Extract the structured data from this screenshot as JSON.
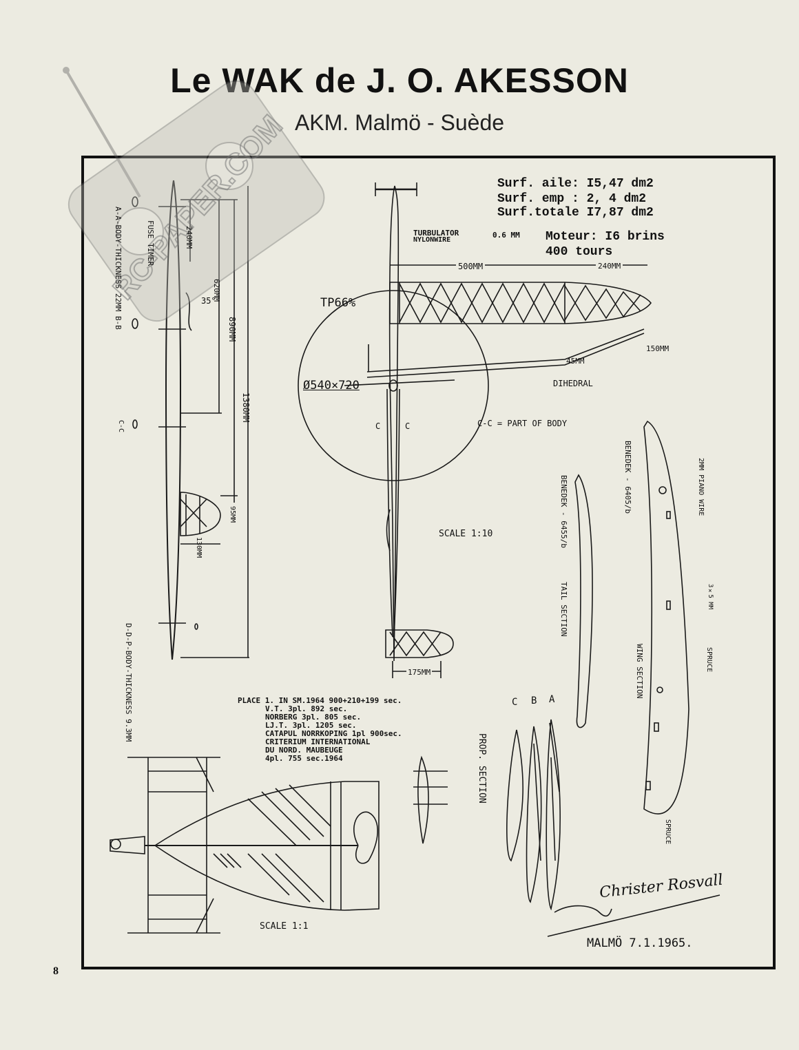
{
  "header": {
    "title": "Le WAK de J. O. AKESSON",
    "subtitle": "AKM. Malmö - Suède"
  },
  "specs": {
    "surf_aile": "Surf. aile: I5,47 dm2",
    "surf_emp": "Surf. emp : 2, 4  dm2",
    "surf_totale": "Surf.totale I7,87 dm2",
    "moteur": "Moteur: I6 brins",
    "tours": "400 tours"
  },
  "labels": {
    "turbulator": "TURBULATOR",
    "nylonwire": "NYLONWIRE",
    "turb_size": "0.6 MM",
    "dim_500": "500MM",
    "dim_240": "240MM",
    "tp": "TP66%",
    "dim_150": "150MM",
    "dim_45": "45MM",
    "dihedral": "DIHEDRAL",
    "prop": "Ø540×720",
    "cc_note": "C-C = PART OF BODY",
    "c_left": "C",
    "c_right": "C",
    "scale_10": "SCALE 1:10",
    "dim_175": "175MM",
    "fuse_timer": "FUSE TIMER",
    "aa_body": "A-A-BODY-THICKNESS 22MM B-B",
    "dp_body": "D-D-P-BODY-THICKNESS 9.3MM",
    "cc_small": "C-C",
    "dim_240v": "240MM",
    "dim_620": "620MM",
    "dim_890": "890MM",
    "dim_1380": "1380MM",
    "dim_35": "35°",
    "dim_95": "95MM",
    "dim_130": "130MM",
    "bendek_tail": "BENEDEK - 6455/b",
    "tail_section": "TAIL SECTION",
    "bendek_wing": "BENEDEK - 6405/b",
    "piano_wire": "2MM PIANO WIRE",
    "dim_3x5": "3×5 MM",
    "spruce_1": "SPRUCE",
    "wing_section": "WING SECTION",
    "spruce_2": "SPRUCE",
    "prop_section": "PROP. SECTION",
    "scale_1": "SCALE 1:1",
    "signature": "Christer Rosvall",
    "place": "MALMÖ 7.1.1965.",
    "sec_a": "A",
    "sec_b": "B",
    "sec_c": "C"
  },
  "record": [
    "PLACE 1. IN  SM.1964  900+210+199 sec.",
    "V.T.  3pl.  892 sec.",
    "NORBERG  3pl.  805 sec.",
    "LJ.T. 3pl.  1205 sec.",
    "CATAPUL NORRKOPING 1pl 900sec.",
    "CRITERIUM INTERNATIONAL",
    "DU NORD. MAUBEUGE",
    "4pl.  755 sec.1964"
  ],
  "watermark": {
    "text": "RC-PAPER.COM"
  },
  "footer": {
    "page_number": "8"
  }
}
